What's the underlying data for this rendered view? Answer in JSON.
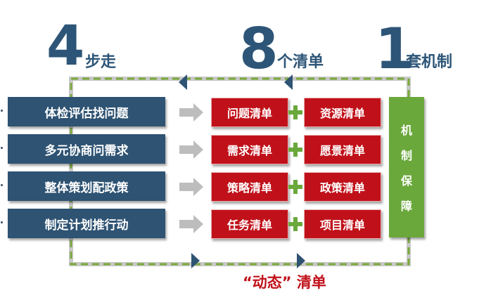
{
  "headings": {
    "four_num": "4",
    "four_txt": "步走",
    "eight_num": "8",
    "eight_txt": "个清单",
    "one_num": "1",
    "one_txt": "套机制"
  },
  "steps": [
    "体检评估找问题",
    "多元协商问需求",
    "整体策划配政策",
    "制定计划推行动"
  ],
  "lists_left": [
    "问题清单",
    "需求清单",
    "策略清单",
    "任务清单"
  ],
  "lists_right": [
    "资源清单",
    "愿景清单",
    "政策清单",
    "项目清单"
  ],
  "mechanism": [
    "机",
    "制",
    "保",
    "障"
  ],
  "dynamic_label": "“动态” 清单",
  "colors": {
    "navy": "#2e5373",
    "red": "#c0111a",
    "green": "#6aa83b",
    "loop_green": "#7aa83a",
    "loop_gray": "#c8c8c8"
  }
}
